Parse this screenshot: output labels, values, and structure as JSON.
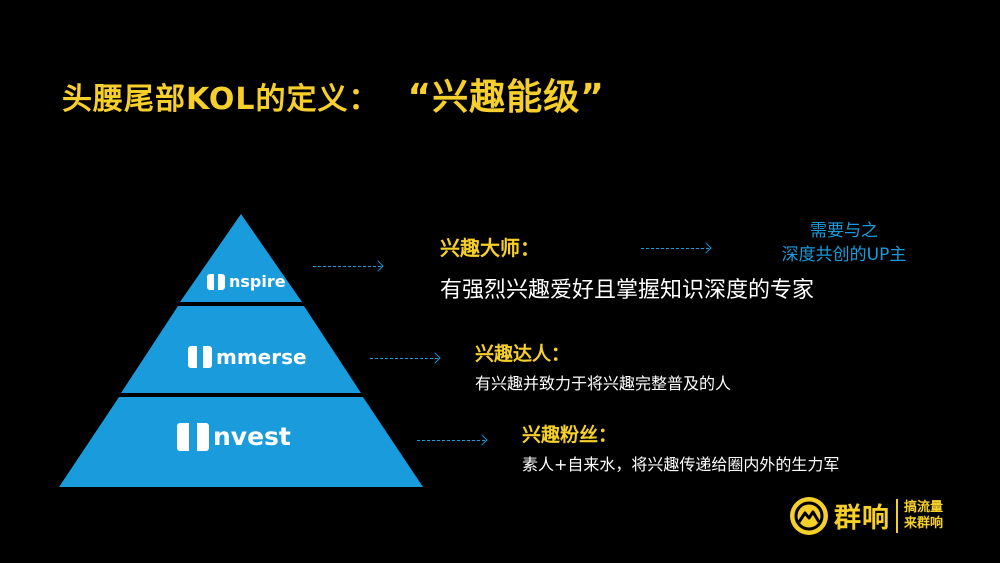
{
  "title": {
    "main": "头腰尾部KOL的定义：",
    "highlight": "“兴趣能级”"
  },
  "pyramid": {
    "tiers": [
      {
        "letter": "i",
        "label": "nspire"
      },
      {
        "letter": "i",
        "label": "mmerse"
      },
      {
        "letter": "i",
        "label": "nvest"
      }
    ],
    "color": "#1a9bdc"
  },
  "levels": [
    {
      "heading": "兴趣大师：",
      "description": "有强烈兴趣爱好且掌握知识深度的专家"
    },
    {
      "heading": "兴趣达人：",
      "description": "有兴趣并致力于将兴趣完整普及的人"
    },
    {
      "heading": "兴趣粉丝：",
      "description": "素人+自来水，将兴趣传递给圈内外的生力军"
    }
  ],
  "note": {
    "line1": "需要与之",
    "line2": "深度共创的UP主"
  },
  "logo": {
    "name": "群响",
    "slogan_line1": "搞流量",
    "slogan_line2": "来群响"
  },
  "colors": {
    "accent": "#f6cf2a",
    "blue": "#1a9bdc",
    "background": "#000000"
  }
}
